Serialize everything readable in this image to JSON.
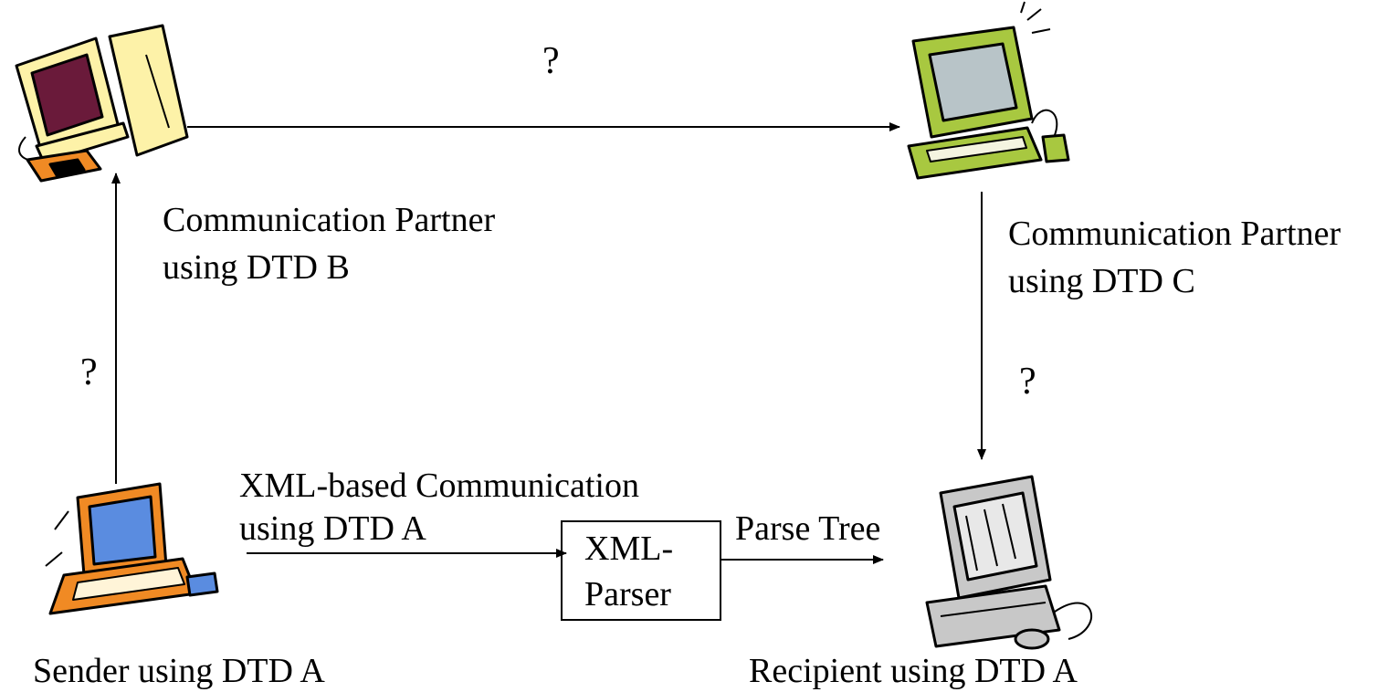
{
  "nodes": {
    "partner_b": {
      "label_line1": "Communication Partner",
      "label_line2": "using DTD B",
      "icon": "desktop-computer-purple-screen-icon"
    },
    "partner_c": {
      "label_line1": "Communication Partner",
      "label_line2": "using DTD C",
      "icon": "desktop-computer-green-icon"
    },
    "sender": {
      "label": "Sender using DTD A",
      "icon": "laptop-computer-orange-icon"
    },
    "recipient": {
      "label": "Recipient using DTD A",
      "icon": "desktop-computer-gray-icon"
    }
  },
  "parser": {
    "line1": "XML-",
    "line2": "Parser"
  },
  "edges": {
    "b_to_c": "?",
    "sender_to_b": "?",
    "c_to_recipient": "?",
    "sender_to_parser_line1": "XML-based Communication",
    "sender_to_parser_line2": "using DTD A",
    "parser_to_recipient": "Parse Tree"
  },
  "colors": {
    "purple_screen": "#6a1a3a",
    "cream_case": "#fdf2a8",
    "orange": "#f08a24",
    "green_case": "#a8c840",
    "screen_gray": "#b8c4c8",
    "blue_screen": "#5a8ce0",
    "gray_case": "#c8c8c8"
  }
}
